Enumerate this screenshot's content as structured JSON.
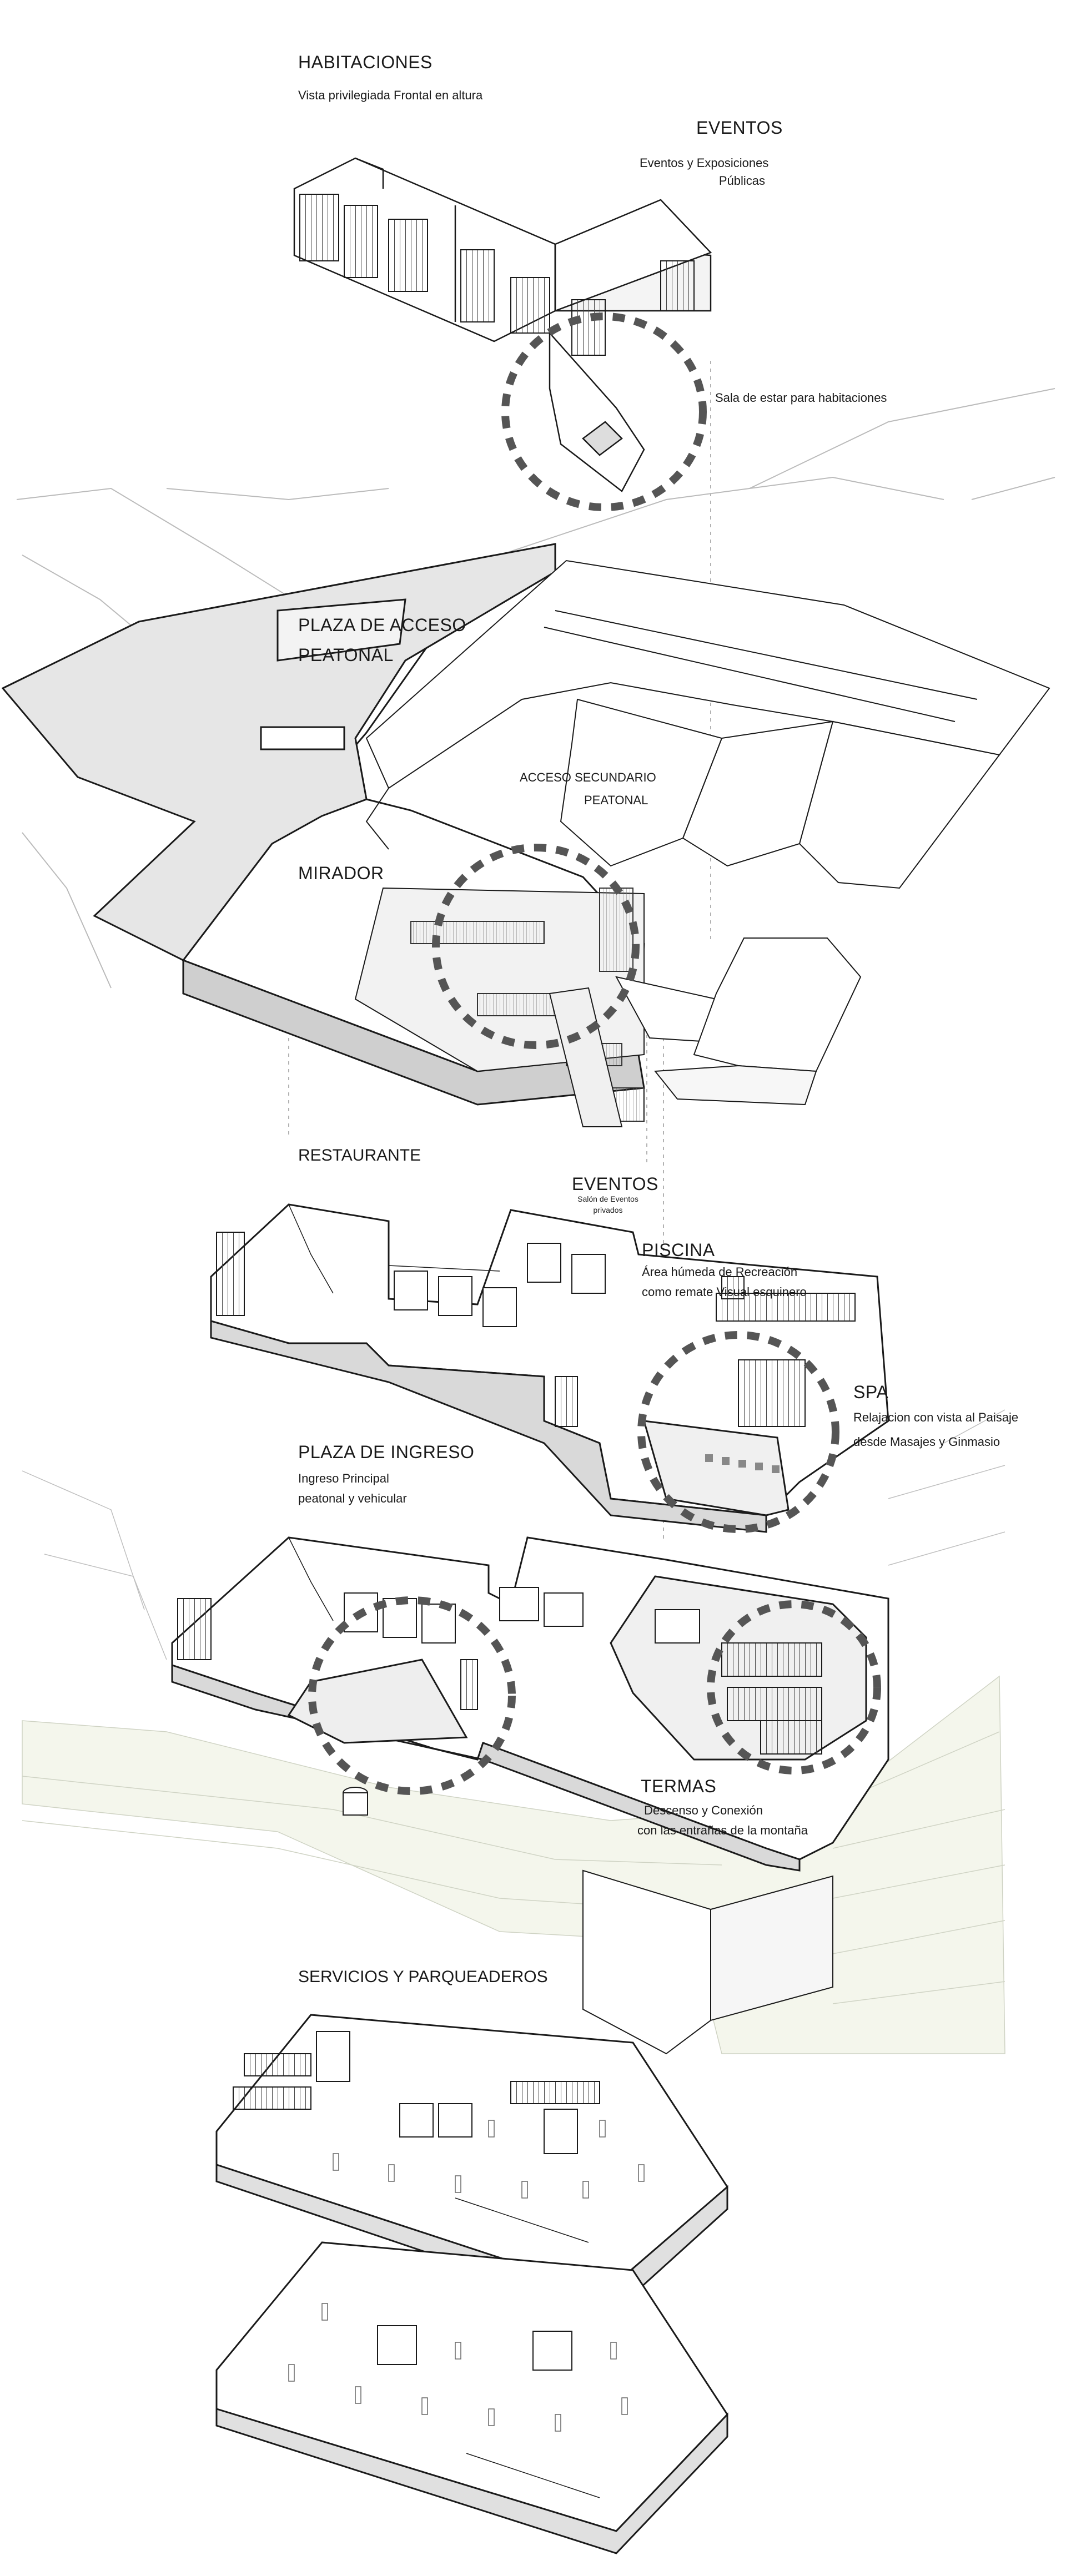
{
  "labels": {
    "habitaciones": {
      "title": "HABITACIONES",
      "subtitle": "Vista privilegiada Frontal en altura"
    },
    "eventos_top": {
      "title": "EVENTOS",
      "line1": "Eventos y Exposiciones",
      "line2": "Públicas"
    },
    "sala_estar": "Sala de estar para habitaciones",
    "plaza_acceso": {
      "line1": "PLAZA DE ACCESO",
      "line2": "PEATONAL"
    },
    "acceso_secundario": {
      "line1": "ACCESO SECUNDARIO",
      "line2": "PEATONAL"
    },
    "mirador": "MIRADOR",
    "restaurante": "RESTAURANTE",
    "eventos_mid": {
      "title": "EVENTOS",
      "line1": "Salón de Eventos",
      "line2": "privados"
    },
    "piscina": {
      "title": "PISCINA",
      "line1": "Área húmeda de Recreación",
      "line2": "como remate Visual esquinero"
    },
    "spa": {
      "title": "SPA",
      "line1": "Relajacion con vista al Paisaje",
      "line2": "desde Masajes y Ginmasio"
    },
    "plaza_ingreso": {
      "title": "PLAZA DE INGRESO",
      "line1": "Ingreso Principal",
      "line2": "peatonal y vehicular"
    },
    "termas": {
      "title": "TERMAS",
      "line1": "Descenso y Conexión",
      "line2": "con las entrañas de la montaña"
    },
    "servicios": "SERVICIOS Y PARQUEADEROS"
  },
  "colors": {
    "line": "#1a1a1a",
    "plaza_fill": "#e6e6e6",
    "light_fill": "#f0f0f0",
    "terrain": "#f4f6ec",
    "dash": "#555555"
  }
}
